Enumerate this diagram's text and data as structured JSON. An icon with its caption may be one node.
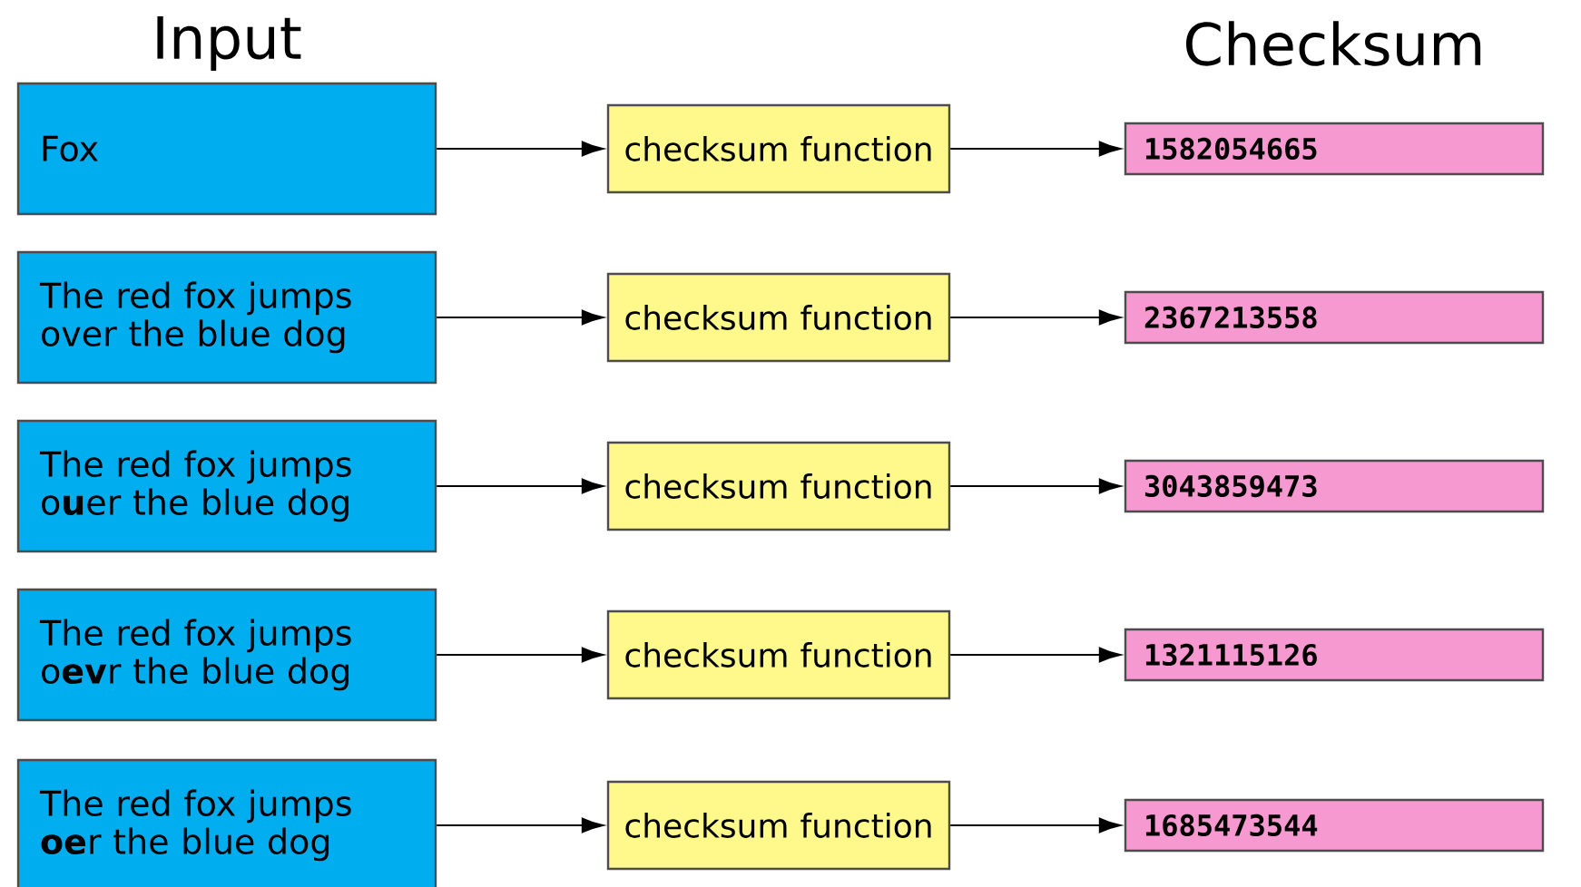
{
  "diagram": {
    "nodes": [
      {
        "text": [
          "Fox"
        ]
      },
      {
        "text": [
          "checksum function"
        ]
      },
      {
        "text": [
          "1582054665"
        ]
      },
      {
        "text": [
          "The red fox jumps over the blue dog"
        ]
      },
      {
        "text": [
          "checksum function"
        ]
      },
      {
        "text": [
          "2367213558"
        ]
      },
      {
        "text": [
          "The red fox jumps o**u**er the blue dog"
        ]
      },
      {
        "text": [
          "checksum function"
        ]
      },
      {
        "text": [
          "3043859473"
        ]
      },
      {
        "text": [
          "The red fox jumps o**ev**r the blue dog"
        ]
      },
      {
        "text": [
          "checksum function"
        ]
      },
      {
        "text": [
          "1321115126"
        ]
      },
      {
        "text": [
          "The red fox jumps **oe**r the blue dog"
        ]
      },
      {
        "text": [
          "checksum function"
        ]
      },
      {
        "text": [
          "1685473544"
        ]
      }
    ],
    "edges": [
      {
        "from": 0,
        "to": 1,
        "arrow": "to"
      },
      {
        "from": 1,
        "to": 2,
        "arrow": "to"
      },
      {
        "from": 3,
        "to": 4,
        "arrow": "to"
      },
      {
        "from": 4,
        "to": 5,
        "arrow": "to"
      },
      {
        "from": 6,
        "to": 7,
        "arrow": "to"
      },
      {
        "from": 7,
        "to": 8,
        "arrow": "to"
      },
      {
        "from": 9,
        "to": 10,
        "arrow": "to"
      },
      {
        "from": 10,
        "to": 11,
        "arrow": "to"
      },
      {
        "from": 12,
        "to": 13,
        "arrow": "to"
      },
      {
        "from": 13,
        "to": 14,
        "arrow": "to"
      }
    ],
    "labels": [
      "Input",
      "Checksum"
    ]
  }
}
